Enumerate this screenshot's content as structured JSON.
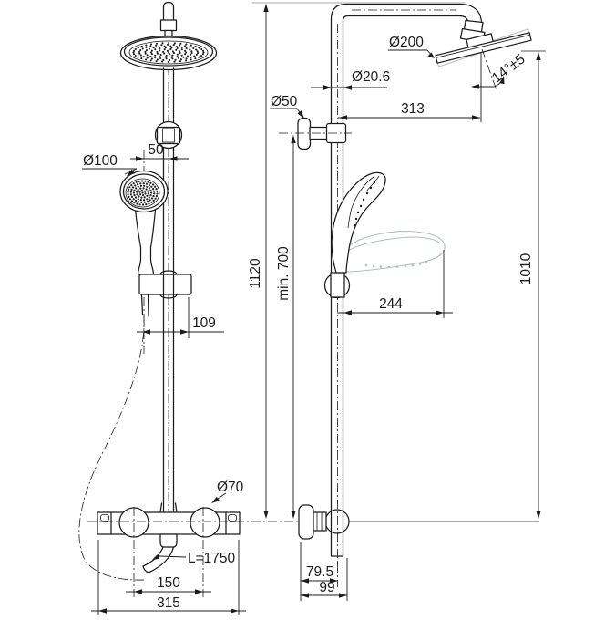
{
  "drawing": {
    "line_color": "#1c1c1c",
    "ghost_color": "#b3bfbb",
    "front_view": {
      "labels": {
        "hand_shower_diameter": "Ø100",
        "rail_offset": "50",
        "hose_offset": "109",
        "valve_knob_diameter": "Ø70",
        "hose_length": "L=1750",
        "valve_centers": "150",
        "mixer_width": "315"
      }
    },
    "side_view": {
      "labels": {
        "head_diameter": "Ø200",
        "pipe_diameter": "Ø20.6",
        "bracket_diameter": "Ø50",
        "head_angle": "14°±5",
        "head_reach": "313",
        "total_height": "1120",
        "min_height": "min. 700",
        "head_height": "1010",
        "hand_shower_reach": "244",
        "wall_to_axis": "79.5",
        "wall_depth": "99"
      }
    }
  }
}
